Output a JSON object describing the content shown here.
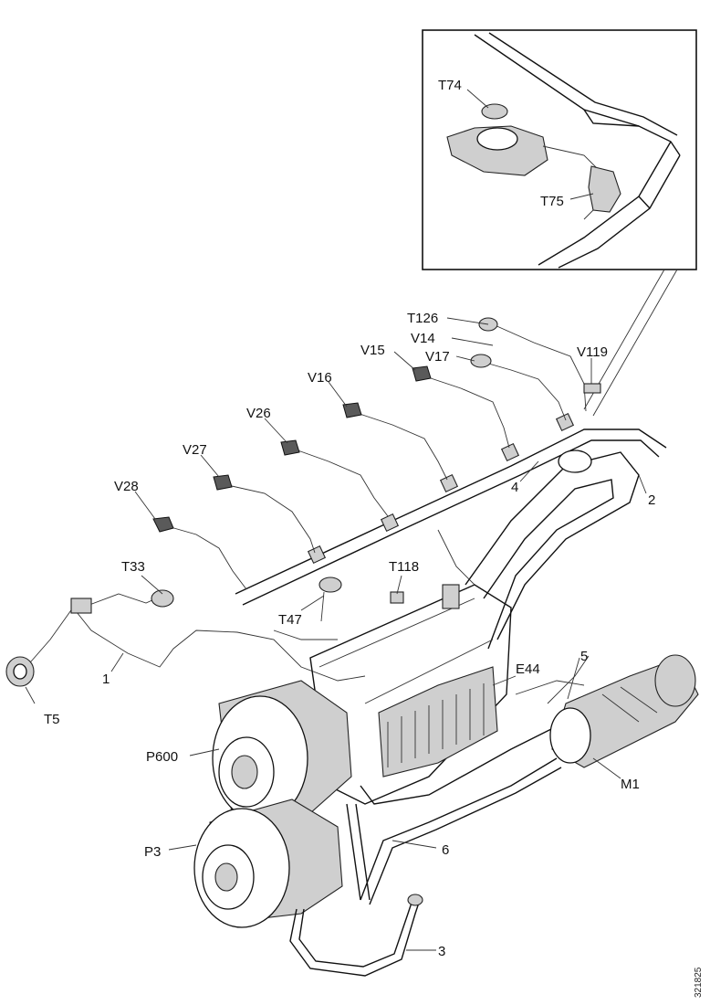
{
  "diagram": {
    "labels": {
      "T74": "T74",
      "T75": "T75",
      "T126": "T126",
      "V14": "V14",
      "V17": "V17",
      "V15": "V15",
      "V119": "V119",
      "V16": "V16",
      "V26": "V26",
      "V27": "V27",
      "V28": "V28",
      "n2": "2",
      "n4": "4",
      "T33": "T33",
      "T118": "T118",
      "T47": "T47",
      "n1": "1",
      "T5": "T5",
      "n5": "5",
      "E44": "E44",
      "P600": "P600",
      "M1": "M1",
      "P3": "P3",
      "n6": "6",
      "n3": "3"
    },
    "doc_number": "321825"
  }
}
